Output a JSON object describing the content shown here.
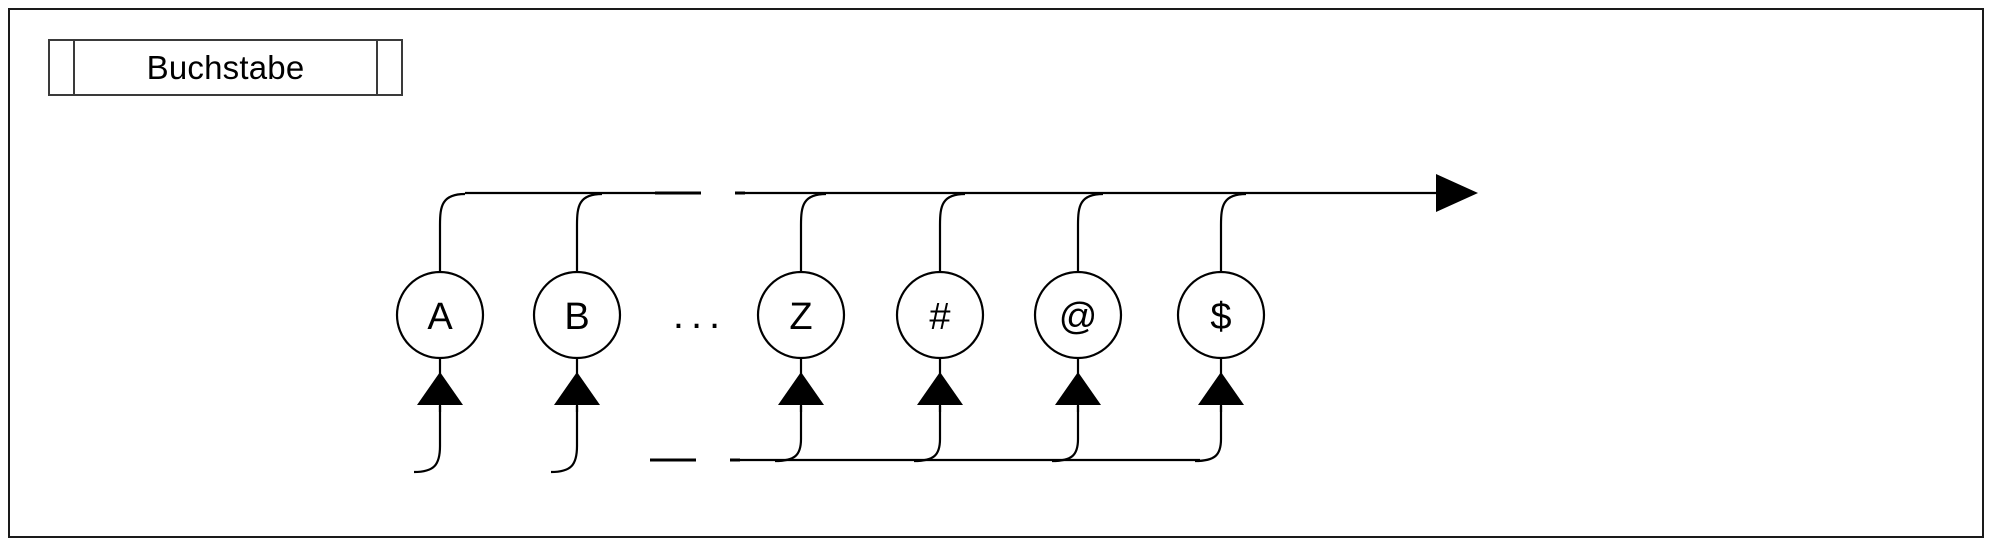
{
  "diagram": {
    "kind": "ebnf-railroad-diagram",
    "rule": {
      "name": "Buchstabe",
      "box_shape": "rectangle-with-side-stubs"
    },
    "flow": {
      "direction": "left-to-right",
      "entry_line": "top-horizontal-rail",
      "exit_marker": "right-arrow-head",
      "return_line": "bottom-horizontal-rail",
      "branch_arrow_direction": "up",
      "rail_break_style": "dashed"
    },
    "alternatives": [
      {
        "label": "A",
        "shape": "circle",
        "branch_arrow": "up-arrow"
      },
      {
        "label": "B",
        "shape": "circle",
        "branch_arrow": "up-arrow"
      },
      {
        "label": "...",
        "shape": "ellipsis",
        "branch_arrow": "none"
      },
      {
        "label": "Z",
        "shape": "circle",
        "branch_arrow": "up-arrow"
      },
      {
        "label": "#",
        "shape": "circle",
        "branch_arrow": "up-arrow"
      },
      {
        "label": "@",
        "shape": "circle",
        "branch_arrow": "up-arrow"
      },
      {
        "label": "$",
        "shape": "circle",
        "branch_arrow": "up-arrow"
      }
    ],
    "colors": {
      "stroke": "#000000",
      "frame": "#1a1a1a",
      "rule_box_border": "#3a3a3a",
      "background": "#ffffff"
    }
  }
}
